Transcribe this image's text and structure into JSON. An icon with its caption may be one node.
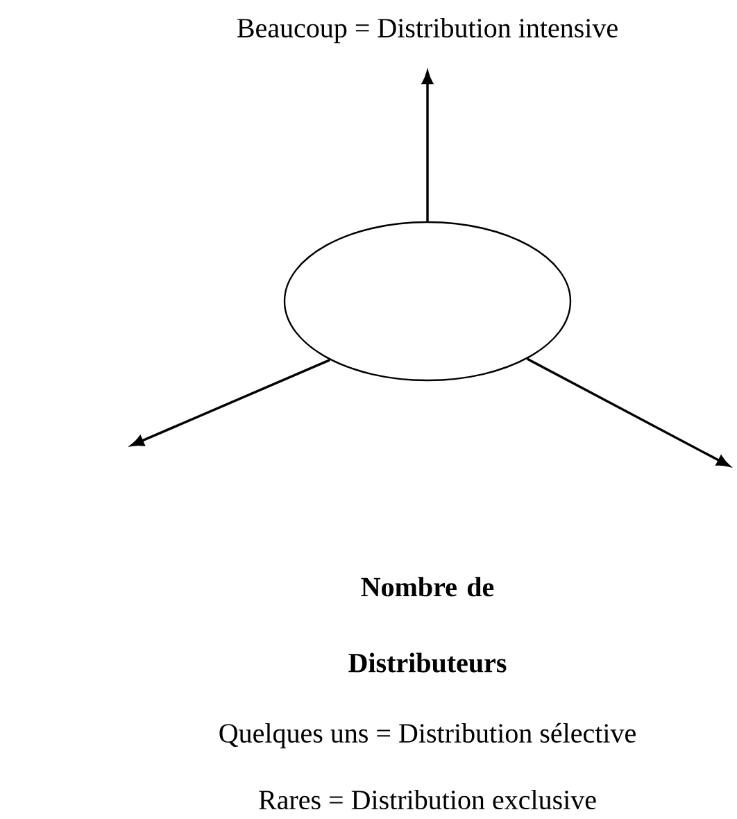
{
  "diagram": {
    "nodes": [
      {
        "text": [],
        "shape": "ellipse"
      },
      {
        "text": [
          "Beaucoup = Distribution intensive"
        ]
      }
    ],
    "edges": [
      {
        "from": 0,
        "to": 1,
        "arrow": "to"
      },
      {
        "from": 0,
        "to": null,
        "arrow": "to"
      },
      {
        "from": 0,
        "to": null,
        "arrow": "to"
      }
    ],
    "labels": [
      "Nombre de Distributeurs",
      "Quelques uns = Distribution sélective",
      "Rares = Distribution exclusive"
    ]
  }
}
